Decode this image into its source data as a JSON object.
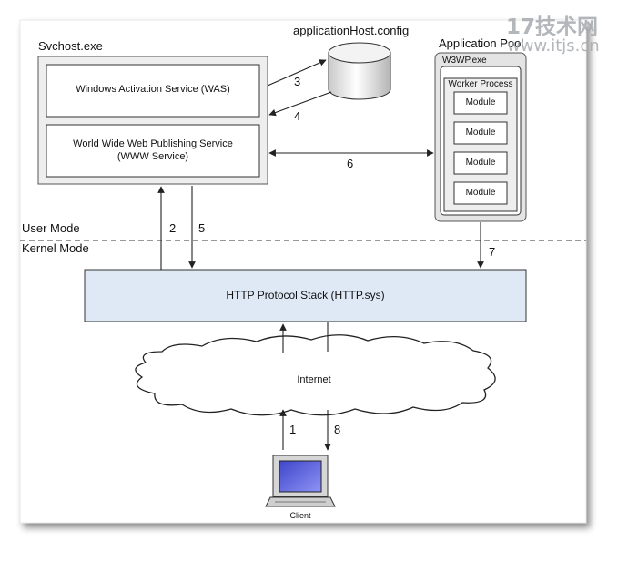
{
  "svchost": {
    "title": "Svchost.exe",
    "was_label": "Windows Activation Service (WAS)",
    "www_line1": "World Wide Web Publishing Service",
    "www_line2": "(WWW Service)"
  },
  "config": {
    "title": "applicationHost.config"
  },
  "app_pool": {
    "title": "Application Pool",
    "process_label": "W3WP.exe",
    "worker_label": "Worker Process",
    "modules": [
      "Module",
      "Module",
      "Module",
      "Module"
    ]
  },
  "modes": {
    "user": "User Mode",
    "kernel": "Kernel Mode"
  },
  "http_stack": {
    "label": "HTTP Protocol Stack (HTTP.sys)"
  },
  "internet": {
    "label": "Internet"
  },
  "client": {
    "label": "Client"
  },
  "steps": [
    "1",
    "2",
    "3",
    "4",
    "5",
    "6",
    "7",
    "8"
  ],
  "watermark": {
    "logo": "17技术网",
    "url": "www.itjs.cn"
  },
  "colors": {
    "line": "#222222",
    "box_fill": "#ffffff",
    "http_fill": "#dfe9f6",
    "watermark": "#9ea3a8"
  }
}
